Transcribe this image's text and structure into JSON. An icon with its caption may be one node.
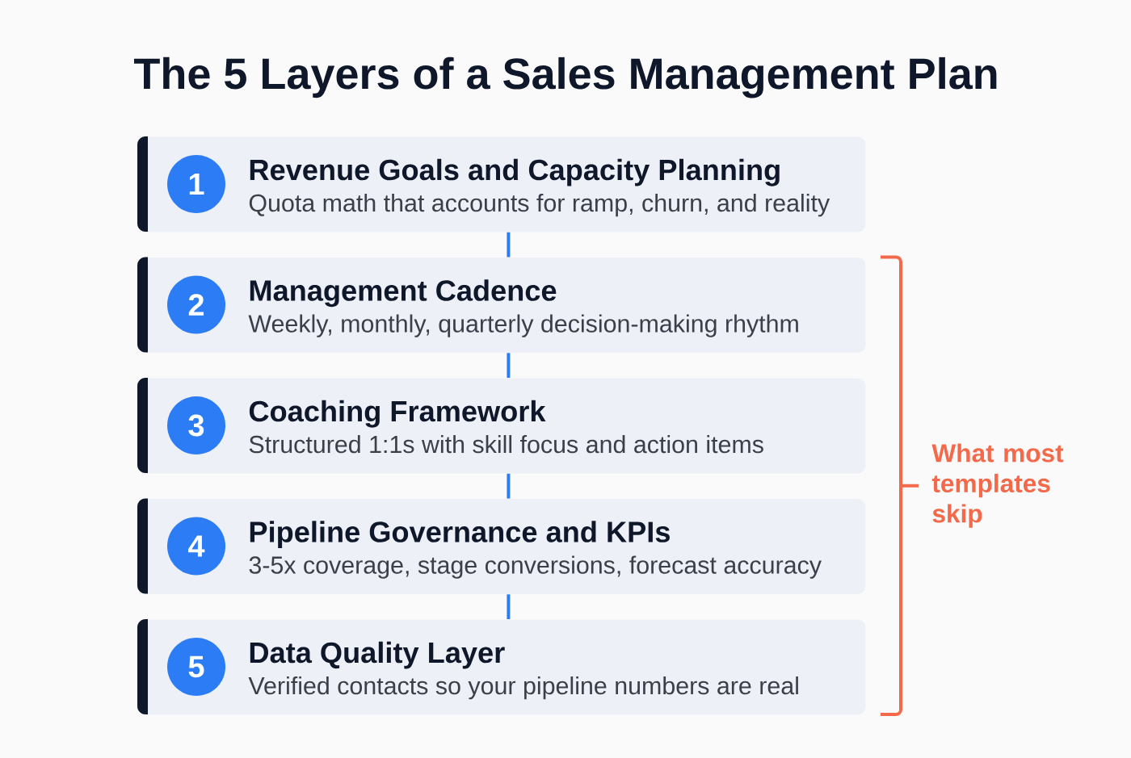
{
  "diagram": {
    "title": "The 5 Layers of a Sales Management Plan",
    "nodes": [
      {
        "text": [
          "Revenue Goals and Capacity Planning",
          "Quota math that accounts for ramp, churn, and reality"
        ]
      },
      {
        "text": [
          "1"
        ],
        "in": 0
      },
      {
        "text": [
          "Management Cadence",
          "Weekly, monthly, quarterly decision-making rhythm"
        ]
      },
      {
        "text": [
          "2"
        ],
        "in": 2
      },
      {
        "text": [
          "Coaching Framework",
          "Structured 1:1s with skill focus and action items"
        ]
      },
      {
        "text": [
          "3"
        ],
        "in": 4
      },
      {
        "text": [
          "Pipeline Governance and KPIs",
          "3-5x coverage, stage conversions, forecast accuracy"
        ]
      },
      {
        "text": [
          "4"
        ],
        "in": 6
      },
      {
        "text": [
          "Data Quality Layer",
          "Verified contacts so your pipeline numbers are real"
        ]
      },
      {
        "text": [
          "5"
        ],
        "in": 8
      }
    ],
    "edges": [
      {
        "from": 0,
        "to": 2,
        "arrow": "none"
      },
      {
        "from": 2,
        "to": 4,
        "arrow": "none"
      },
      {
        "from": 4,
        "to": 6,
        "arrow": "none"
      },
      {
        "from": 6,
        "to": 8,
        "arrow": "none"
      }
    ],
    "labels": [
      "What most templates skip"
    ]
  }
}
